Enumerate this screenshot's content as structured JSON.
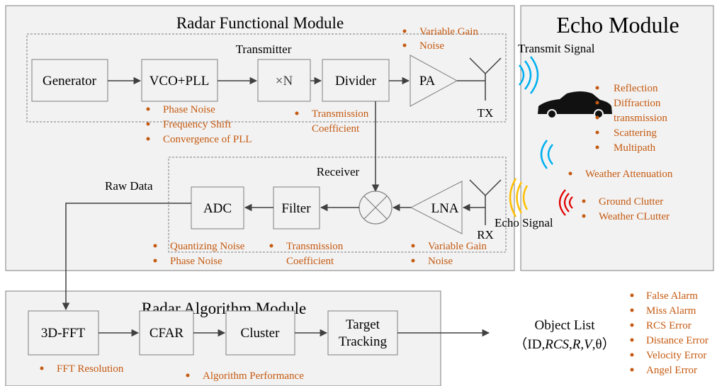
{
  "modules": {
    "functional": {
      "title": "Radar Functional Module",
      "fill": "#f2f2f2"
    },
    "echo": {
      "title": "Echo Module",
      "fill": "#f2f2f2"
    },
    "algorithm": {
      "title": "Radar Algorithm Module",
      "fill": "#f2f2f2"
    }
  },
  "subsections": {
    "transmitter": "Transmitter",
    "receiver": "Receiver"
  },
  "blocks": {
    "generator": "Generator",
    "vco": "VCO+PLL",
    "multiplier": "×N",
    "divider": "Divider",
    "pa": "PA",
    "lna": "LNA",
    "filter": "Filter",
    "adc": "ADC",
    "fft": "3D-FFT",
    "cfar": "CFAR",
    "cluster": "Cluster",
    "tracking_1": "Target",
    "tracking_2": "Tracking"
  },
  "labels": {
    "tx": "TX",
    "rx": "RX",
    "raw_data": "Raw Data",
    "transmit_signal": "Transmit Signal",
    "echo_signal": "Echo Signal",
    "object_list": "Object List",
    "object_fields_open": "（ID,",
    "object_fields_rcs": "RCS",
    "object_fields_comma1": ",",
    "object_fields_r": "R",
    "object_fields_comma2": ",",
    "object_fields_v": "V",
    "object_fields_close": ",θ）"
  },
  "bullets": {
    "pa_errors": [
      "Variable Gain",
      "Noise"
    ],
    "vco_errors": [
      "Phase Noise",
      "Frequency Shift",
      "Convergence of PLL"
    ],
    "divider_errors": [
      "Transmission",
      "Coefficient"
    ],
    "adc_errors": [
      "Quantizing Noise",
      "Phase Noise"
    ],
    "filter_errors": [
      "Transmission",
      "Coefficient"
    ],
    "lna_errors": [
      "Variable Gain",
      "Noise"
    ],
    "echo_effects": [
      "Reflection",
      "Diffraction",
      "transmission",
      "Scattering",
      "Multipath"
    ],
    "weather": [
      "Weather Attenuation"
    ],
    "clutter": [
      "Ground Clutter",
      "Weather CLutter"
    ],
    "fft_errors": [
      "FFT Resolution"
    ],
    "algo_errors": [
      "Algorithm Performance"
    ],
    "object_errors": [
      "False Alarm",
      "Miss Alarm",
      "RCS Error",
      "Distance Error",
      "Velocity Error",
      "Angel Error"
    ]
  },
  "colors": {
    "bullet": "#c55a11",
    "text": "#000000",
    "line": "#404040",
    "signal_blue": "#00b0f0",
    "signal_yellow": "#ffc000",
    "signal_red": "#e00000",
    "car": "#111111"
  },
  "icons": {
    "car": "car-icon",
    "antenna": "antenna-icon",
    "mixer": "mixer-icon",
    "signal_waves": "signal-waves-icon"
  }
}
